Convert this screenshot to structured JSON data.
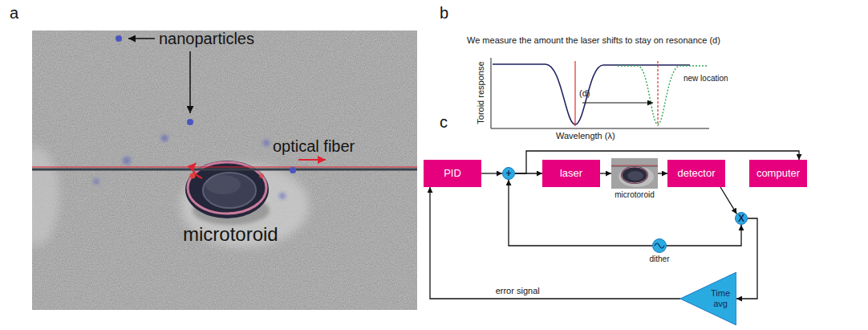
{
  "diagram": {
    "nodes": [
      {
        "text": [
          "PID"
        ]
      },
      {
        "text": [
          "+"
        ]
      },
      {
        "text": [
          "laser"
        ]
      },
      {
        "text": [
          "microtoroid"
        ]
      },
      {
        "text": [
          "detector"
        ]
      },
      {
        "text": [
          "computer"
        ]
      },
      {
        "text": [
          "X"
        ]
      },
      {
        "text": [
          "dither"
        ]
      },
      {
        "text": [
          "Time avg"
        ]
      }
    ],
    "edges": [
      {
        "from": 0,
        "to": 1,
        "arrow": "to"
      },
      {
        "from": 1,
        "to": 2,
        "arrow": "to"
      },
      {
        "from": 1,
        "to": 5,
        "arrow": "to"
      },
      {
        "from": 2,
        "to": 3,
        "arrow": "to"
      },
      {
        "from": 3,
        "to": 4,
        "arrow": "to"
      },
      {
        "from": 4,
        "to": 6,
        "arrow": "to"
      },
      {
        "from": 7,
        "to": 1,
        "arrow": "to"
      },
      {
        "from": 7,
        "to": 6,
        "arrow": "to"
      },
      {
        "from": 6,
        "to": 8,
        "arrow": "to"
      },
      {
        "from": 8,
        "to": 0,
        "arrow": "to",
        "label": "error signal"
      }
    ],
    "labels": [
      "a",
      "nanoparticles",
      "optical fiber",
      "microtoroid",
      "b",
      "We measure the amount the laser shifts to stay on resonance (d)",
      "Toroid response",
      "Wavelength (λ)",
      "(d)",
      "new location",
      "c"
    ]
  }
}
